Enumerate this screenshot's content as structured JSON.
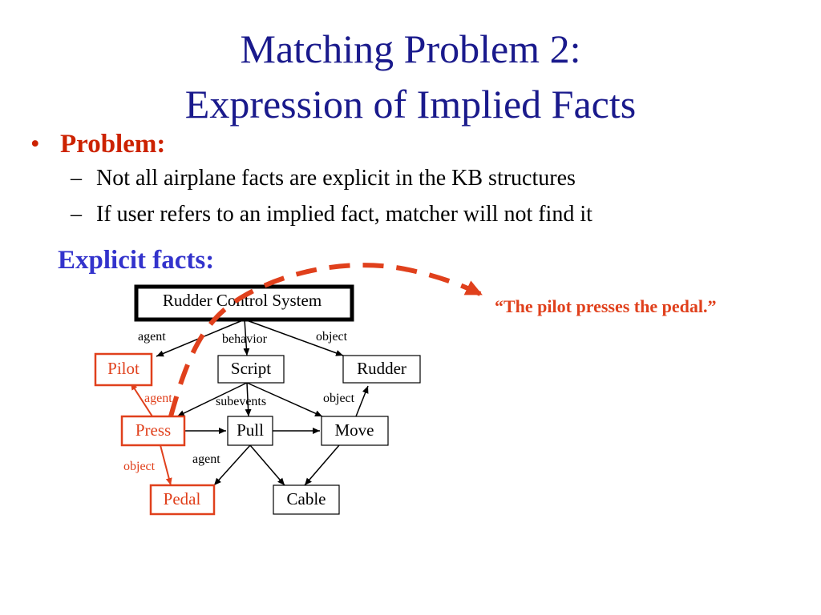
{
  "title": {
    "line1": "Matching Problem 2:",
    "line2": "Expression of Implied Facts"
  },
  "bullets": {
    "marker": "•",
    "problem_label": "Problem:",
    "dash": "–",
    "items": [
      "Not all airplane facts are explicit in the KB structures",
      "If user refers to an implied fact, matcher will not find it"
    ]
  },
  "explicit_heading": "Explicit facts:",
  "quote": "“The pilot presses the pedal.”",
  "diagram": {
    "nodes": {
      "root": "Rudder Control System",
      "pilot": "Pilot",
      "script": "Script",
      "rudder": "Rudder",
      "press": "Press",
      "pull": "Pull",
      "move": "Move",
      "pedal": "Pedal",
      "cable": "Cable"
    },
    "edge_labels": {
      "root_agent": "agent",
      "root_behavior": "behavior",
      "root_object": "object",
      "press_agent": "agent",
      "script_subevents": "subevents",
      "move_object": "object",
      "press_object": "object",
      "pull_agent": "agent"
    }
  },
  "colors": {
    "title": "#1a1a8c",
    "problem": "#cc2200",
    "explicit": "#3333cc",
    "implied": "#e0401c",
    "text": "#000000"
  }
}
